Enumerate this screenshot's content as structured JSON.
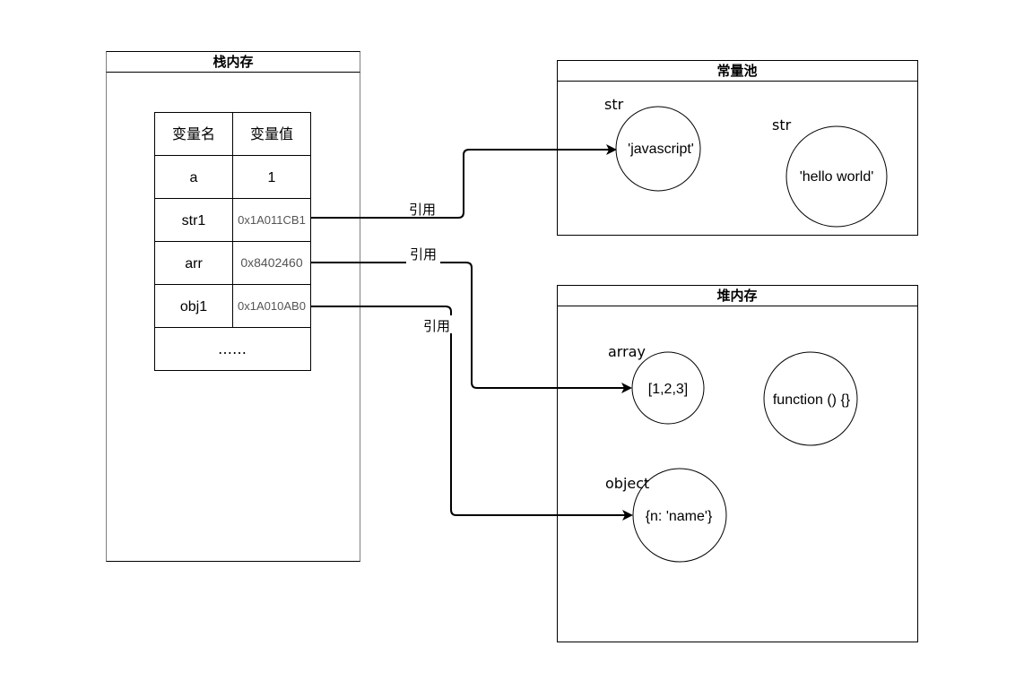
{
  "stack": {
    "title": "栈内存",
    "table": {
      "headers": [
        "变量名",
        "变量值"
      ],
      "rows": [
        {
          "name": "a",
          "value": "1"
        },
        {
          "name": "str1",
          "value": "0x1A011CB1"
        },
        {
          "name": "arr",
          "value": "0x8402460"
        },
        {
          "name": "obj1",
          "value": "0x1A010AB0"
        }
      ],
      "ellipsis": "……"
    }
  },
  "constant_pool": {
    "title": "常量池",
    "items": [
      {
        "label": "str",
        "value": "'javascript'"
      },
      {
        "label": "str",
        "value": "'hello world'"
      }
    ]
  },
  "heap": {
    "title": "堆内存",
    "items": [
      {
        "label": "array",
        "value": "[1,2,3]"
      },
      {
        "label": "",
        "value": "function () {}"
      },
      {
        "label": "object",
        "value": "{n: 'name'}"
      }
    ]
  },
  "edges": [
    {
      "from": "str1",
      "to": "'javascript'",
      "label": "引用"
    },
    {
      "from": "arr",
      "to": "[1,2,3]",
      "label": "引用"
    },
    {
      "from": "obj1",
      "to": "{n: 'name'}",
      "label": "引用"
    }
  ],
  "colors": {
    "stroke": "#000000",
    "stack_border": "#7f7f7f",
    "address_text": "#555555",
    "background": "#ffffff"
  }
}
